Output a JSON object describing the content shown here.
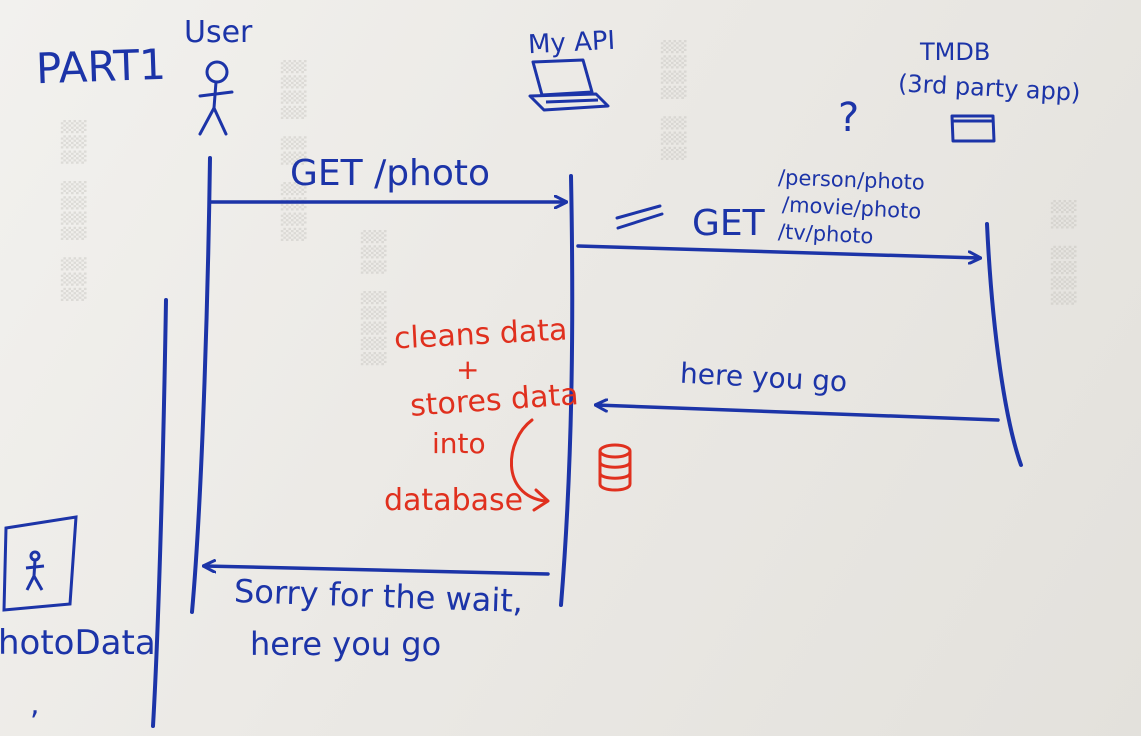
{
  "title": "PART1",
  "actors": {
    "user": "User",
    "api": "My API",
    "tmdb": "TMDB",
    "tmdb_note": "(3rd party app)",
    "question": "?"
  },
  "messages": {
    "user_request": "GET /photo",
    "api_request_prefix": "GET",
    "api_request_paths": [
      "/person/photo",
      "/movie/photo",
      "/tv/photo"
    ],
    "tmdb_response": "here you go",
    "user_response_line1": "Sorry for the wait,",
    "user_response_line2": "here you go"
  },
  "api_process": {
    "line1": "cleans data",
    "line2": "+",
    "line3": "stores data",
    "line4": "into",
    "line5": "database"
  },
  "left_fragment": "hotoData",
  "colors": {
    "ink_blue": "#1c34a8",
    "ink_red": "#e0301e",
    "paper": "#efeeea"
  }
}
